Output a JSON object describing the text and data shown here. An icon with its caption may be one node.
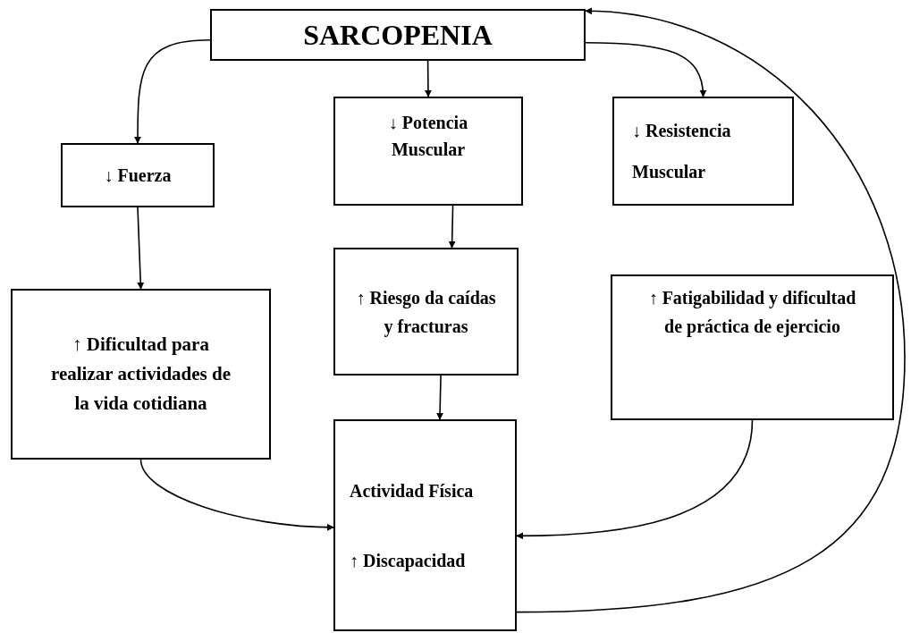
{
  "diagram": {
    "nodes": [
      {
        "text": [
          "SARCOPENIA"
        ]
      },
      {
        "text": [
          "↓ Fuerza"
        ]
      },
      {
        "text": [
          "↓ Potencia Muscular"
        ]
      },
      {
        "text": [
          "↓ Resistencia Muscular"
        ]
      },
      {
        "text": [
          "↑ Dificultad para realizar actividades de la vida cotidiana"
        ]
      },
      {
        "text": [
          "↑ Riesgo da caídas y fracturas"
        ]
      },
      {
        "text": [
          "↑ Fatigabilidad y dificultad de práctica de ejercicio"
        ]
      },
      {
        "text": [
          "Actividad Física",
          "↑ Discapacidad"
        ]
      }
    ],
    "edges": [
      {
        "from": 0,
        "to": 1,
        "arrow": "to"
      },
      {
        "from": 0,
        "to": 2,
        "arrow": "to"
      },
      {
        "from": 0,
        "to": 3,
        "arrow": "to"
      },
      {
        "from": 1,
        "to": 4,
        "arrow": "to"
      },
      {
        "from": 2,
        "to": 5,
        "arrow": "to"
      },
      {
        "from": 5,
        "to": 7,
        "arrow": "to"
      },
      {
        "from": 4,
        "to": 7,
        "arrow": "to"
      },
      {
        "from": 6,
        "to": 7,
        "arrow": "to"
      },
      {
        "from": 7,
        "to": 0,
        "arrow": "to"
      }
    ]
  }
}
